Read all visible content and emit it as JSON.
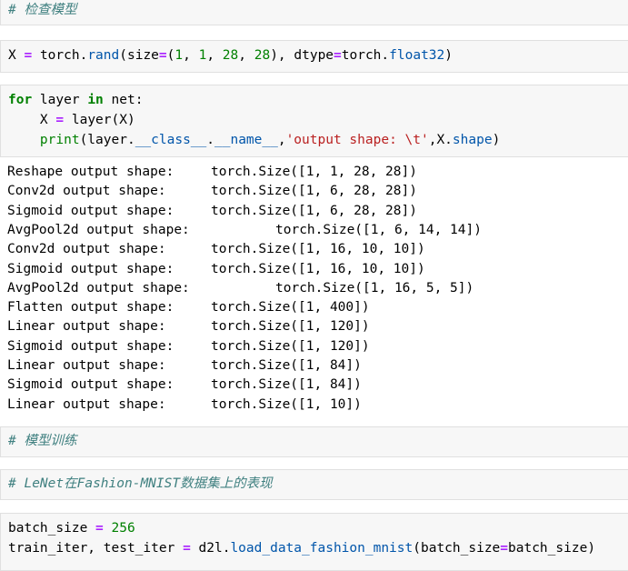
{
  "cells": {
    "c1": {
      "comment": "# 检查模型"
    },
    "c2": {
      "line1": {
        "var": "X",
        "eq": "=",
        "mod": "torch",
        "fn": "rand",
        "rest1": "(size",
        "eq2": "=",
        "rest2": "(",
        "n1": "1",
        "c1": ", ",
        "n2": "1",
        "c2": ", ",
        "n3": "28",
        "c3": ", ",
        "n4": "28",
        "rest3": "), dtype",
        "eq3": "=",
        "mod2": "torch",
        "dot": ".",
        "attr": "float32",
        "close": ")"
      }
    },
    "c3": {
      "line1": {
        "kw_for": "for",
        "sp1": " layer ",
        "kw_in": "in",
        "sp2": " net:"
      },
      "line2": {
        "indent": "    X ",
        "eq": "=",
        "rest": " layer(X)"
      },
      "line3": {
        "indent": "    ",
        "bi": "print",
        "a": "(layer.",
        "cls": "__class__",
        "dot": ".",
        "name": "__name__",
        "comma": ",",
        "str": "'output shape: \\t'",
        "b": ",X.",
        "shape": "shape",
        "close": ")"
      }
    },
    "output": [
      {
        "label": "Reshape output shape:",
        "value": "torch.Size([1, 1, 28, 28])",
        "wide": false
      },
      {
        "label": "Conv2d output shape:",
        "value": "torch.Size([1, 6, 28, 28])",
        "wide": false
      },
      {
        "label": "Sigmoid output shape:",
        "value": "torch.Size([1, 6, 28, 28])",
        "wide": false
      },
      {
        "label": "AvgPool2d output shape:",
        "value": "torch.Size([1, 6, 14, 14])",
        "wide": true
      },
      {
        "label": "Conv2d output shape:",
        "value": "torch.Size([1, 16, 10, 10])",
        "wide": false
      },
      {
        "label": "Sigmoid output shape:",
        "value": "torch.Size([1, 16, 10, 10])",
        "wide": false
      },
      {
        "label": "AvgPool2d output shape:",
        "value": "torch.Size([1, 16, 5, 5])",
        "wide": true
      },
      {
        "label": "Flatten output shape:",
        "value": "torch.Size([1, 400])",
        "wide": false
      },
      {
        "label": "Linear output shape:",
        "value": "torch.Size([1, 120])",
        "wide": false
      },
      {
        "label": "Sigmoid output shape:",
        "value": "torch.Size([1, 120])",
        "wide": false
      },
      {
        "label": "Linear output shape:",
        "value": "torch.Size([1, 84])",
        "wide": false
      },
      {
        "label": "Sigmoid output shape:",
        "value": "torch.Size([1, 84])",
        "wide": false
      },
      {
        "label": "Linear output shape:",
        "value": "torch.Size([1, 10])",
        "wide": false
      }
    ],
    "c4": {
      "comment": "# 模型训练"
    },
    "c5": {
      "comment": "# LeNet在Fashion-MNIST数据集上的表现"
    },
    "c6": {
      "line1": {
        "var": "batch_size ",
        "eq": "=",
        "num": " 256"
      },
      "line2": {
        "a": "train_iter, test_iter ",
        "eq": "=",
        "b": " d2l.",
        "fn": "load_data_fashion_mnist",
        "c": "(batch_size",
        "eq2": "=",
        "d": "batch_size)"
      }
    }
  }
}
